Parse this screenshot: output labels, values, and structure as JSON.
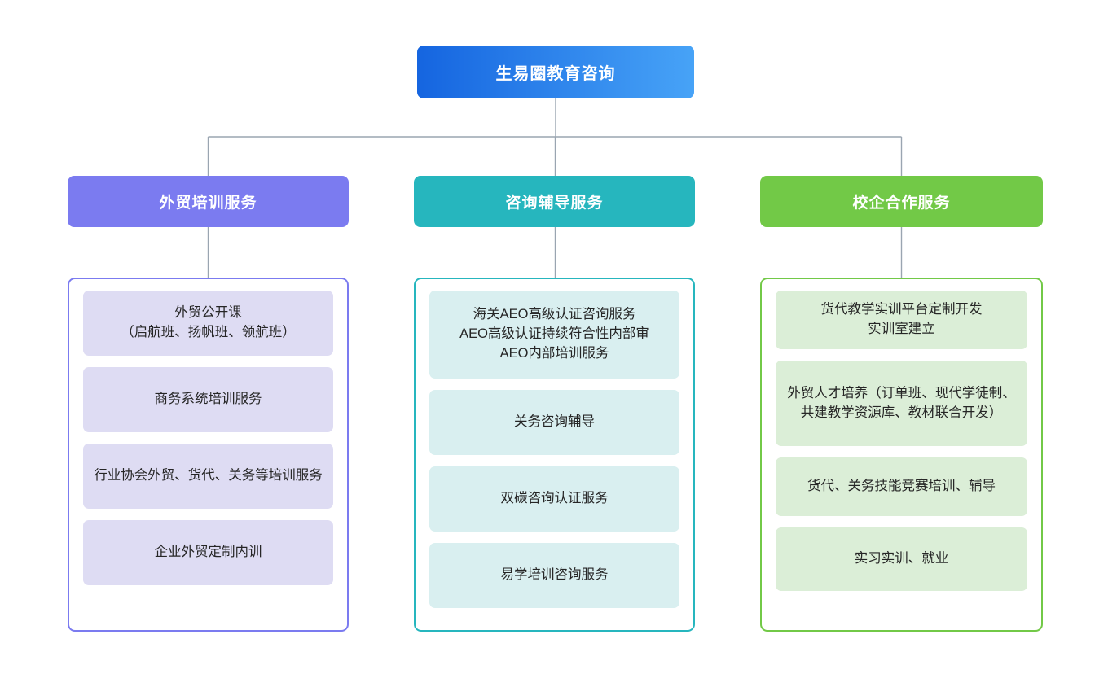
{
  "root": {
    "label": "生易圈教育咨询",
    "gradient_from": "#1565e0",
    "gradient_to": "#47a3f7"
  },
  "connector_color": "#9aa5b1",
  "branches": [
    {
      "label": "外贸培训服务",
      "header_color": "#7b7bf0",
      "border_color": "#7b7bf0",
      "card_color": "#dedcf3",
      "items": [
        "外贸公开课\n（启航班、扬帆班、领航班）",
        "商务系统培训服务",
        "行业协会外贸、货代、关务等培训服务",
        "企业外贸定制内训"
      ]
    },
    {
      "label": "咨询辅导服务",
      "header_color": "#26b6be",
      "border_color": "#26b6be",
      "card_color": "#d9eff0",
      "items": [
        "海关AEO高级认证咨询服务\nAEO高级认证持续符合性内部审\nAEO内部培训服务",
        "关务咨询辅导",
        "双碳咨询认证服务",
        "易学培训咨询服务"
      ]
    },
    {
      "label": "校企合作服务",
      "header_color": "#72c947",
      "border_color": "#72c947",
      "card_color": "#dbeed7",
      "items": [
        "货代教学实训平台定制开发\n实训室建立",
        "外贸人才培养（订单班、现代学徒制、共建教学资源库、教材联合开发）",
        "货代、关务技能竞赛培训、辅导",
        "实习实训、就业"
      ]
    }
  ]
}
